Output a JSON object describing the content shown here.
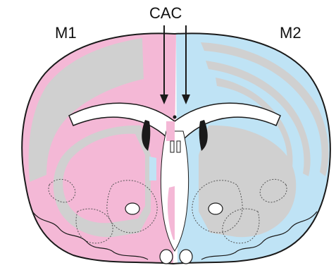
{
  "labels": {
    "top": "CAC",
    "left": "M1",
    "right": "M2"
  },
  "colors": {
    "m1": "#f4b8d6",
    "m2": "#bfe3f5",
    "gray": "#d0d0d0",
    "outline": "#1a1a1a",
    "dotted": "#555555"
  }
}
